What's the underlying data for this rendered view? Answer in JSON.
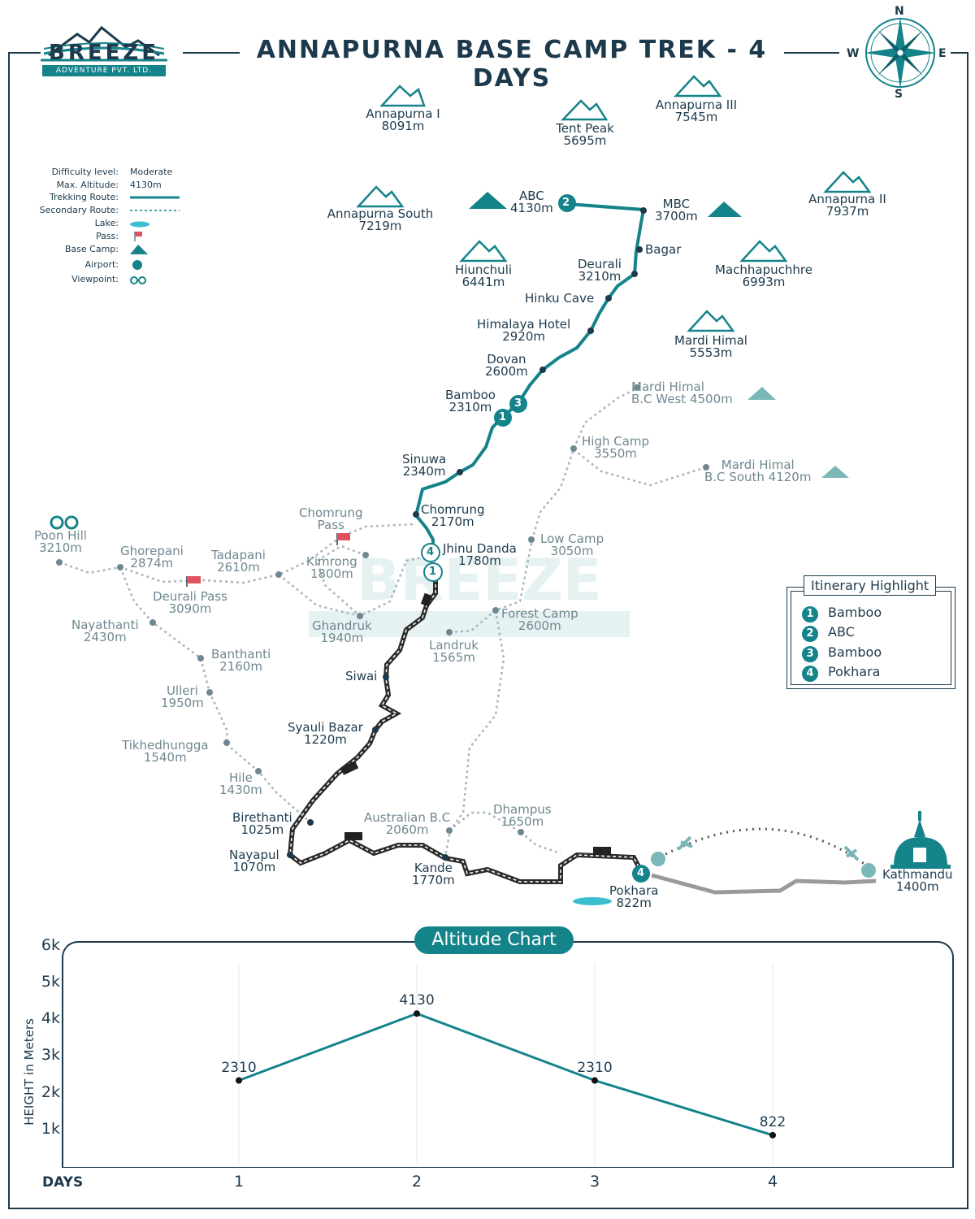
{
  "header": {
    "title": "ANNAPURNA BASE CAMP TREK - 4 DAYS",
    "logo_name": "BREEZE",
    "logo_sub": "ADVENTURE PVT. LTD.",
    "compass": {
      "n": "N",
      "s": "S",
      "e": "E",
      "w": "W"
    }
  },
  "legend": {
    "difficulty_key": "Difficulty level:",
    "difficulty_value": "Moderate",
    "altitude_key": "Max. Altitude:",
    "altitude_value": "4130m",
    "trek_route_key": "Trekking Route:",
    "secondary_route_key": "Secondary Route:",
    "lake_key": "Lake:",
    "pass_key": "Pass:",
    "base_camp_key": "Base Camp:",
    "airport_key": "Airport:",
    "viewpoint_key": "Viewpoint:"
  },
  "peaks": [
    {
      "name": "Annapurna I",
      "alt": "8091m"
    },
    {
      "name": "Tent Peak",
      "alt": "5695m"
    },
    {
      "name": "Annapurna III",
      "alt": "7545m"
    },
    {
      "name": "Annapurna South",
      "alt": "7219m"
    },
    {
      "name": "Annapurna II",
      "alt": "7937m"
    },
    {
      "name": "Hiunchuli",
      "alt": "6441m"
    },
    {
      "name": "Machhapuchhre",
      "alt": "6993m"
    },
    {
      "name": "Mardi Himal",
      "alt": "5553m"
    }
  ],
  "route_places": [
    {
      "name": "ABC",
      "alt": "4130m"
    },
    {
      "name": "MBC",
      "alt": "3700m"
    },
    {
      "name": "Bagar",
      "alt": ""
    },
    {
      "name": "Deurali",
      "alt": "3210m"
    },
    {
      "name": "Hinku Cave",
      "alt": ""
    },
    {
      "name": "Himalaya Hotel",
      "alt": "2920m"
    },
    {
      "name": "Dovan",
      "alt": "2600m"
    },
    {
      "name": "Bamboo",
      "alt": "2310m"
    },
    {
      "name": "Sinuwa",
      "alt": "2340m"
    },
    {
      "name": "Chomrung",
      "alt": "2170m"
    },
    {
      "name": "Jhinu Danda",
      "alt": "1780m"
    },
    {
      "name": "Siwai",
      "alt": ""
    },
    {
      "name": "Syauli Bazar",
      "alt": "1220m"
    },
    {
      "name": "Birethanti",
      "alt": "1025m"
    },
    {
      "name": "Nayapul",
      "alt": "1070m"
    },
    {
      "name": "Kande",
      "alt": "1770m"
    },
    {
      "name": "Pokhara",
      "alt": "822m"
    },
    {
      "name": "Kathmandu",
      "alt": "1400m"
    }
  ],
  "secondary_places": [
    {
      "name": "Mardi Himal",
      "alt": "B.C West 4500m"
    },
    {
      "name": "High Camp",
      "alt": "3550m"
    },
    {
      "name": "Mardi Himal",
      "alt": "B.C South 4120m"
    },
    {
      "name": "Low Camp",
      "alt": "3050m"
    },
    {
      "name": "Forest Camp",
      "alt": "2600m"
    },
    {
      "name": "Poon Hill",
      "alt": "3210m"
    },
    {
      "name": "Ghorepani",
      "alt": "2874m"
    },
    {
      "name": "Tadapani",
      "alt": "2610m"
    },
    {
      "name": "Chomrung",
      "alt": "Pass"
    },
    {
      "name": "Kimrong",
      "alt": "1800m"
    },
    {
      "name": "Deurali Pass",
      "alt": "3090m"
    },
    {
      "name": "Ghandruk",
      "alt": "1940m"
    },
    {
      "name": "Landruk",
      "alt": "1565m"
    },
    {
      "name": "Nayathanti",
      "alt": "2430m"
    },
    {
      "name": "Banthanti",
      "alt": "2160m"
    },
    {
      "name": "Ulleri",
      "alt": "1950m"
    },
    {
      "name": "Tikhedhungga",
      "alt": "1540m"
    },
    {
      "name": "Hile",
      "alt": "1430m"
    },
    {
      "name": "Australian B.C",
      "alt": "2060m"
    },
    {
      "name": "Dhampus",
      "alt": "1650m"
    }
  ],
  "day_markers": [
    "1",
    "2",
    "3",
    "4"
  ],
  "itinerary": {
    "title": "Itinerary Highlight",
    "items": [
      {
        "num": "1",
        "label": "Bamboo"
      },
      {
        "num": "2",
        "label": "ABC"
      },
      {
        "num": "3",
        "label": "Bamboo"
      },
      {
        "num": "4",
        "label": "Pokhara"
      }
    ]
  },
  "colors": {
    "route": "#14838a",
    "secondary": "#8fa0a8",
    "dark": "#1d3a4d",
    "road": "#2b2b2b",
    "lake": "#3bbfd0",
    "pass": "#e05260"
  },
  "chart_data": {
    "type": "line",
    "title": "Altitude Chart",
    "xlabel": "DAYS",
    "ylabel": "HEIGHT in Meters",
    "x": [
      1,
      2,
      3,
      4
    ],
    "values": [
      2310,
      4130,
      2310,
      822
    ],
    "ylim": [
      0,
      6500
    ],
    "yticks": [
      "1k",
      "2k",
      "3k",
      "4k",
      "5k",
      "6k"
    ],
    "xticks": [
      "1",
      "2",
      "3",
      "4"
    ],
    "grid": true
  }
}
